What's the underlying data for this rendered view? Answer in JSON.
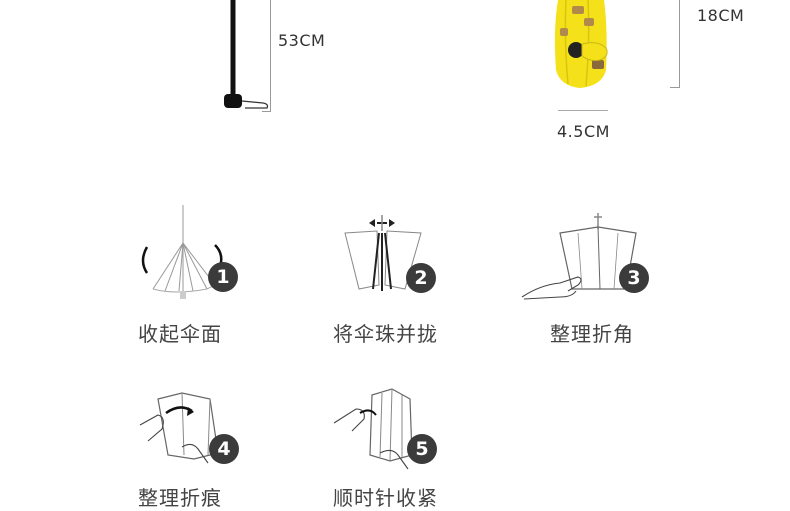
{
  "dimensions": {
    "open_length": "53CM",
    "folded_length": "18CM",
    "folded_diameter": "4.5CM"
  },
  "steps": [
    {
      "number": "1",
      "label": "收起伞面"
    },
    {
      "number": "2",
      "label": "将伞珠并拢"
    },
    {
      "number": "3",
      "label": "整理折角"
    },
    {
      "number": "4",
      "label": "整理折痕"
    },
    {
      "number": "5",
      "label": "顺时针收紧"
    }
  ],
  "colors": {
    "umbrella_canopy": "#f5e11a",
    "badge": "#3b3b3b"
  }
}
